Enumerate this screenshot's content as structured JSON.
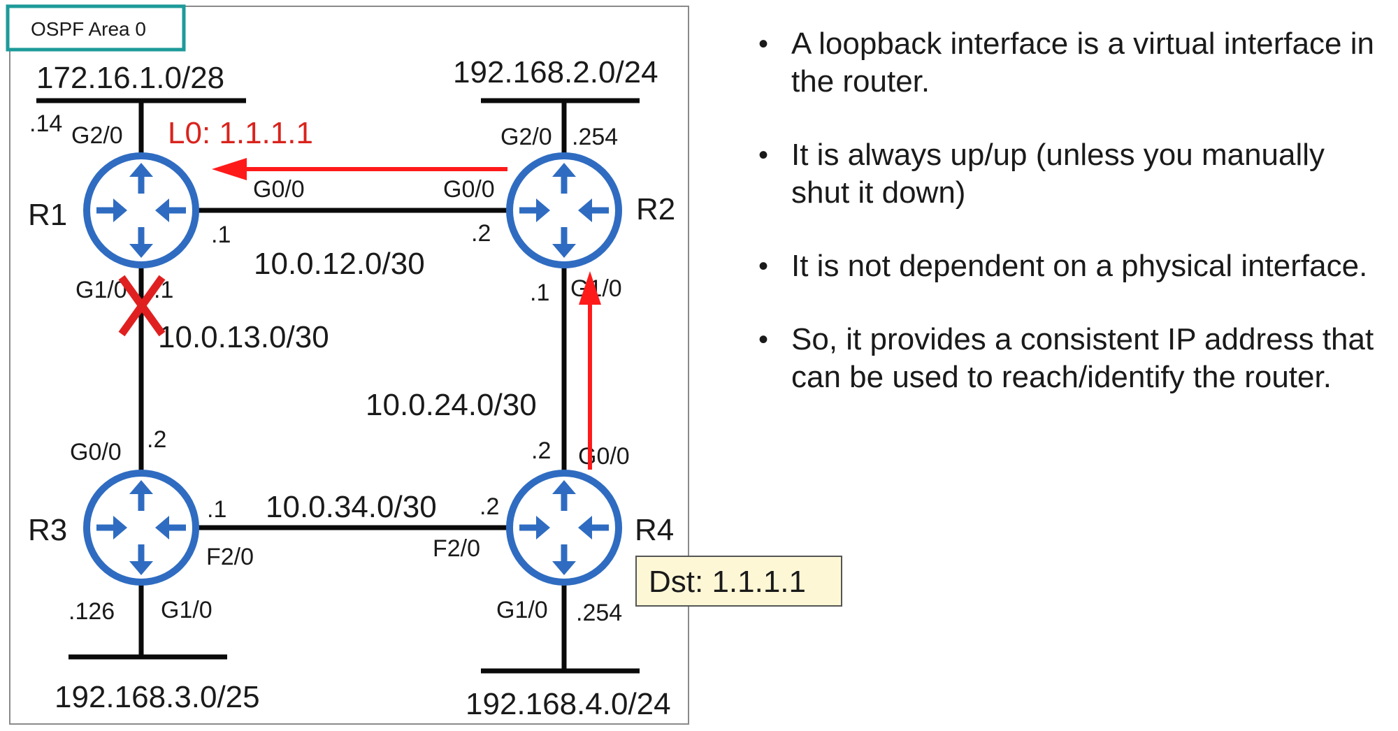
{
  "area_label": "OSPF Area 0",
  "routers": {
    "r1": "R1",
    "r2": "R2",
    "r3": "R3",
    "r4": "R4"
  },
  "networks": {
    "lan_r1": "172.16.1.0/28",
    "lan_r2": "192.168.2.0/24",
    "lan_r3": "192.168.3.0/25",
    "lan_r4": "192.168.4.0/24",
    "link_r1_r2": "10.0.12.0/30",
    "link_r1_r3": "10.0.13.0/30",
    "link_r2_r4": "10.0.24.0/30",
    "link_r3_r4": "10.0.34.0/30"
  },
  "interfaces": {
    "r1_g2_0": "G2/0",
    "r1_g2_0_ip": ".14",
    "r1_g0_0": "G0/0",
    "r1_g0_0_ip": ".1",
    "r1_g1_0": "G1/0",
    "r1_g1_0_ip": ".1",
    "r2_g2_0": "G2/0",
    "r2_g2_0_ip": ".254",
    "r2_g0_0": "G0/0",
    "r2_g0_0_ip": ".2",
    "r2_g1_0": "G1/0",
    "r2_g1_0_ip": ".1",
    "r3_g0_0": "G0/0",
    "r3_g0_0_ip": ".2",
    "r3_f2_0": "F2/0",
    "r3_f2_0_ip": ".1",
    "r3_g1_0": "G1/0",
    "r3_g1_0_ip": ".126",
    "r4_g0_0": "G0/0",
    "r4_g0_0_ip": ".2",
    "r4_f2_0": "F2/0",
    "r4_f2_0_ip": ".2",
    "r4_g1_0": "G1/0",
    "r4_g1_0_ip": ".254"
  },
  "loopback_label": "L0: 1.1.1.1",
  "dst_label": "Dst: 1.1.1.1",
  "colors": {
    "router": "#2f6cc1",
    "arrow": "#ff1a1a",
    "loopback_text": "#d9231d",
    "area_border": "#1e9a9a",
    "dst_bg": "#fdf7d6"
  },
  "bullets": [
    "A loopback interface is a virtual interface in the router.",
    "It is always up/up (unless you manually shut it down)",
    "It is not dependent on a physical interface.",
    "So, it provides a consistent IP address that can be used to reach/identify the router."
  ]
}
